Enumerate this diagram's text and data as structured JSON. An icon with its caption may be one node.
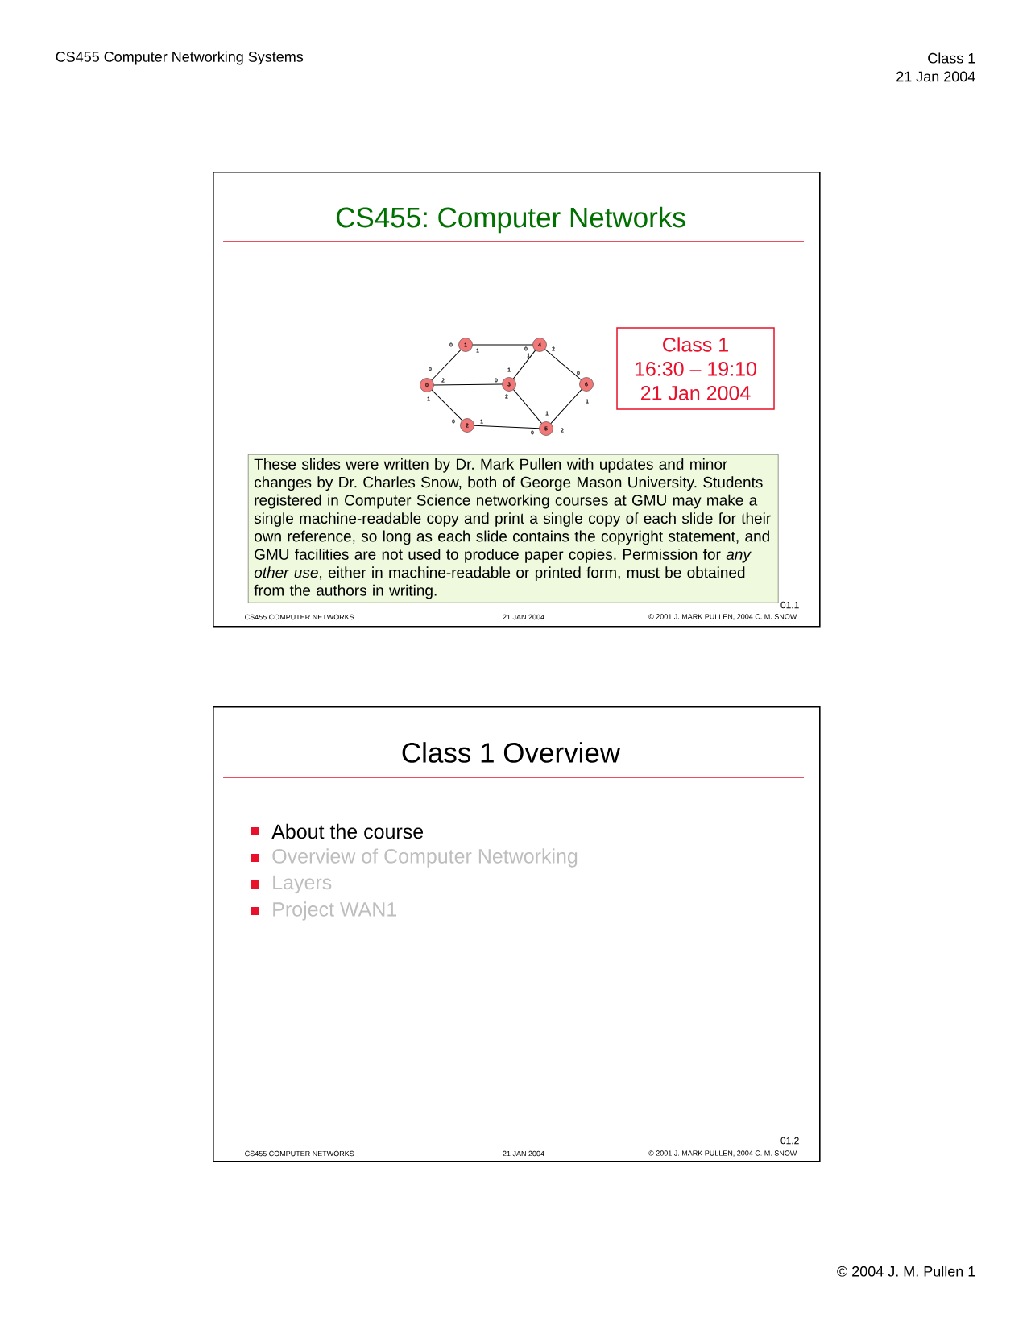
{
  "diagram": {
    "nodes": [
      {
        "text": [
          "CS455: Computer Networks"
        ]
      },
      {
        "text": [
          "0"
        ],
        "in": 0
      },
      {
        "text": [
          "1"
        ],
        "in": 0
      },
      {
        "text": [
          "2"
        ],
        "in": 0
      },
      {
        "text": [
          "3"
        ],
        "in": 0
      },
      {
        "text": [
          "4"
        ],
        "in": 0
      },
      {
        "text": [
          "5"
        ],
        "in": 0
      },
      {
        "text": [
          "6"
        ],
        "in": 0
      },
      {
        "text": [
          "Class 1",
          "16:30 – 19:10",
          "21 Jan 2004"
        ],
        "in": 0
      },
      {
        "text": [
          "These slides were written by Dr. Mark Pullen with updates and minor changes by Dr. Charles Snow, both of George Mason University. Students registered in Computer Science networking courses at GMU may make a single machine-readable copy and print a single copy of each slide for their own reference, so long as each slide contains the copyright statement, and GMU facilities are not used to produce paper copies.  Permission for *any other use*, either in machine-readable or printed form, must be obtained from the authors in writing."
        ],
        "in": 0
      },
      {
        "text": [
          "Class 1 Overview",
          "About the course",
          "Overview of Computer Networking",
          "Layers",
          "Project WAN1"
        ]
      }
    ],
    "edges": [
      {
        "from": 1,
        "to": 2,
        "arrow": "none"
      },
      {
        "from": 2,
        "to": 5,
        "arrow": "none"
      },
      {
        "from": 1,
        "to": 4,
        "arrow": "none"
      },
      {
        "from": 1,
        "to": 3,
        "arrow": "none"
      },
      {
        "from": 3,
        "to": 6,
        "arrow": "none"
      },
      {
        "from": 4,
        "to": 5,
        "arrow": "none"
      },
      {
        "from": 4,
        "to": 6,
        "arrow": "none"
      },
      {
        "from": 5,
        "to": 7,
        "arrow": "none"
      },
      {
        "from": 6,
        "to": 7,
        "arrow": "none"
      }
    ],
    "labels": [
      "CS455 Computer Networking Systems",
      "Class 1",
      "21 Jan 2004",
      "0",
      "1",
      "0",
      "1",
      "2",
      "0",
      "1",
      "0",
      "2",
      "0",
      "1",
      "2",
      "1",
      "1",
      "0",
      "1",
      "2",
      "0",
      "01.1",
      "CS455 COMPUTER NETWORKS",
      "21 JAN 2004",
      "© 2001 J. MARK PULLEN, 2004 C. M. SNOW",
      "01.2",
      "CS455 COMPUTER NETWORKS",
      "21 JAN 2004",
      "© 2001 J. MARK PULLEN, 2004 C. M. SNOW",
      "© 2004 J. M. Pullen 1"
    ]
  }
}
